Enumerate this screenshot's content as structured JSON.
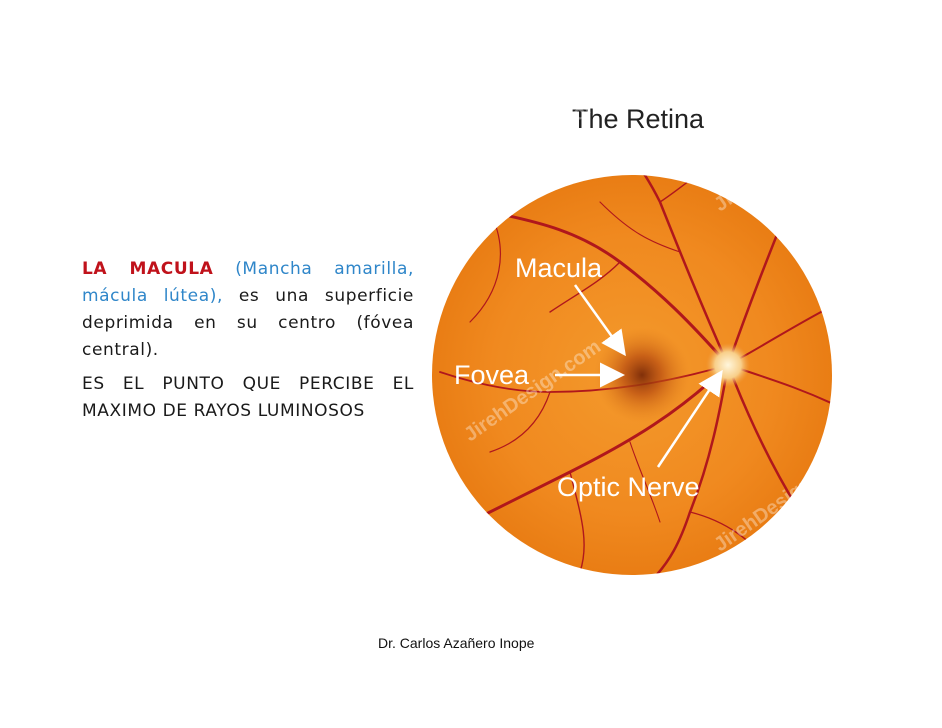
{
  "text": {
    "term": "LA MACULA",
    "synonyms": "(Mancha amarilla, mácula lútea),",
    "definition": "es una superficie deprimida en su centro (fóvea central).",
    "paragraph2": "ES EL PUNTO QUE PERCIBE EL MAXIMO DE RAYOS LUMINOSOS"
  },
  "figure": {
    "title": "The Retina",
    "labels": {
      "macula": "Macula",
      "fovea": "Fovea",
      "optic_nerve": "Optic Nerve"
    },
    "watermark": "JirehDesign.com"
  },
  "footer": {
    "author": "Dr. Carlos Azañero Inope"
  },
  "colors": {
    "term": "#c0121b",
    "synonyms": "#2f86c9",
    "retina": "#f0891f",
    "vessels": "#b0171c"
  }
}
